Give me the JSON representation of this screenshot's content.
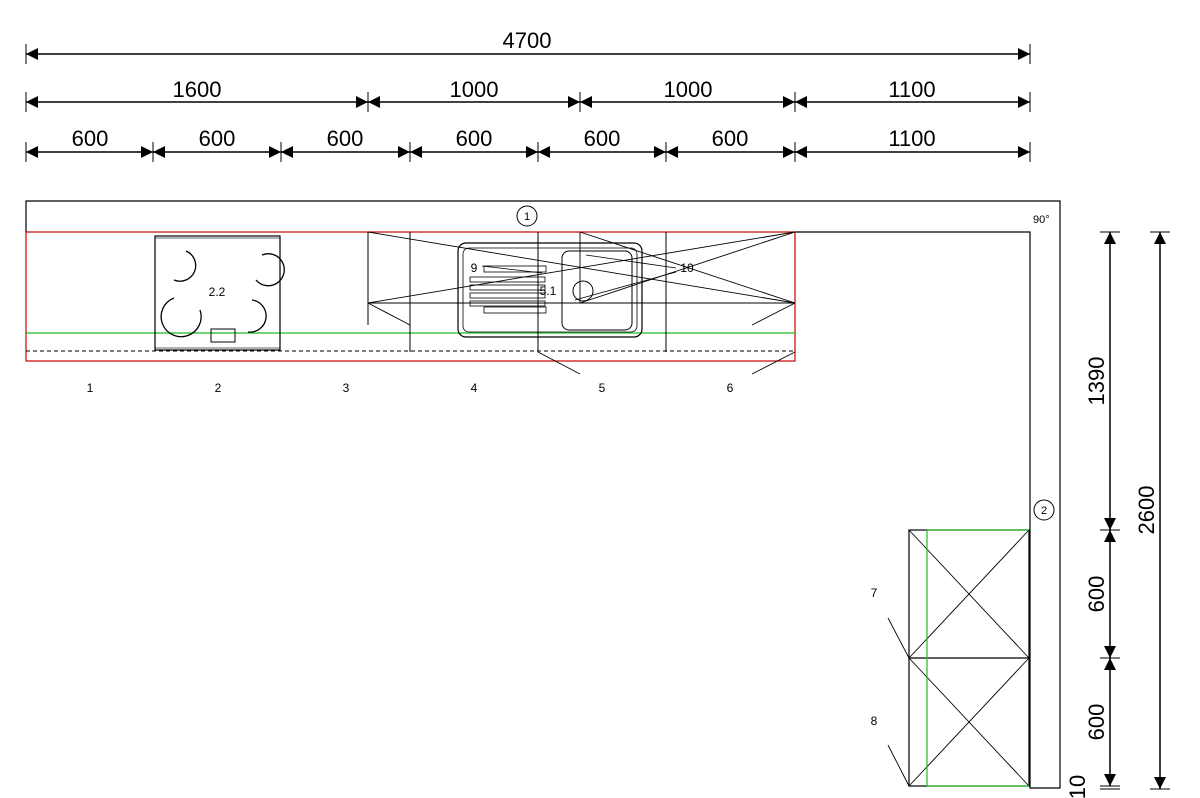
{
  "dimensions": {
    "overall": "4700",
    "row2": [
      "1600",
      "1000",
      "1000",
      "1100"
    ],
    "row3": [
      "600",
      "600",
      "600",
      "600",
      "600",
      "600",
      "1100"
    ],
    "right_segments": [
      "1390",
      "600",
      "600",
      "10"
    ],
    "right_total": "2600"
  },
  "walls": {
    "wall_1": "1",
    "wall_2": "2",
    "corner_angle": "90°"
  },
  "cabinets": {
    "top_numbers": [
      "1",
      "2",
      "3",
      "4",
      "5",
      "6"
    ],
    "side_numbers": [
      "7",
      "8"
    ],
    "hob_label": "2.2",
    "sink_label": "5.1",
    "item_9": "9",
    "item_10": "10"
  }
}
